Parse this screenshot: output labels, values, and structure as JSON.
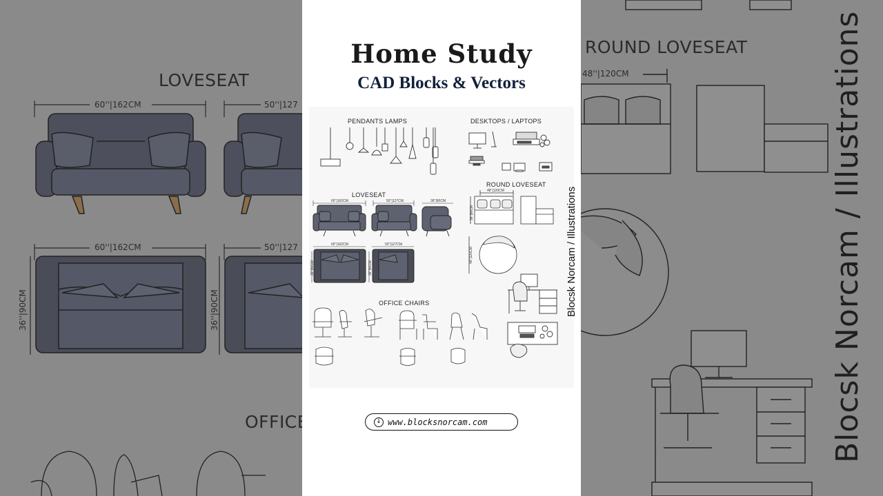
{
  "background": {
    "left_heading_1": "LOVESEAT",
    "left_heading_2": "OFFICE",
    "left_dim_1": "60''|162CM",
    "left_dim_2": "50''|127",
    "left_dim_3": "60''|162CM",
    "left_dim_4": "50''|127",
    "left_dim_5": "36''|90CM",
    "left_dim_6": "36''|90CM",
    "right_heading": "ROUND LOVESEAT",
    "right_dim": "48''|120CM",
    "right_watermark": "Blocsk Norcam / Illustrations"
  },
  "card": {
    "title": "Home  Study",
    "subtitle": "CAD Blocks & Vectors",
    "sections": {
      "pendants": "PENDANTS LAMPS",
      "desktops": "DESKTOPS / LAPTOPS",
      "loveseat": "LOVESEAT",
      "round_loveseat": "ROUND LOVESEAT",
      "office_chairs": "OFFICE CHAIRS"
    },
    "sheet_watermark": "Blocsk Norcam / Illustrations",
    "url": "www.blocksnorcam.com"
  },
  "colors": {
    "sofa_fill": "#5e6170",
    "sofa_dark": "#4a4c58",
    "line": "#333333"
  }
}
